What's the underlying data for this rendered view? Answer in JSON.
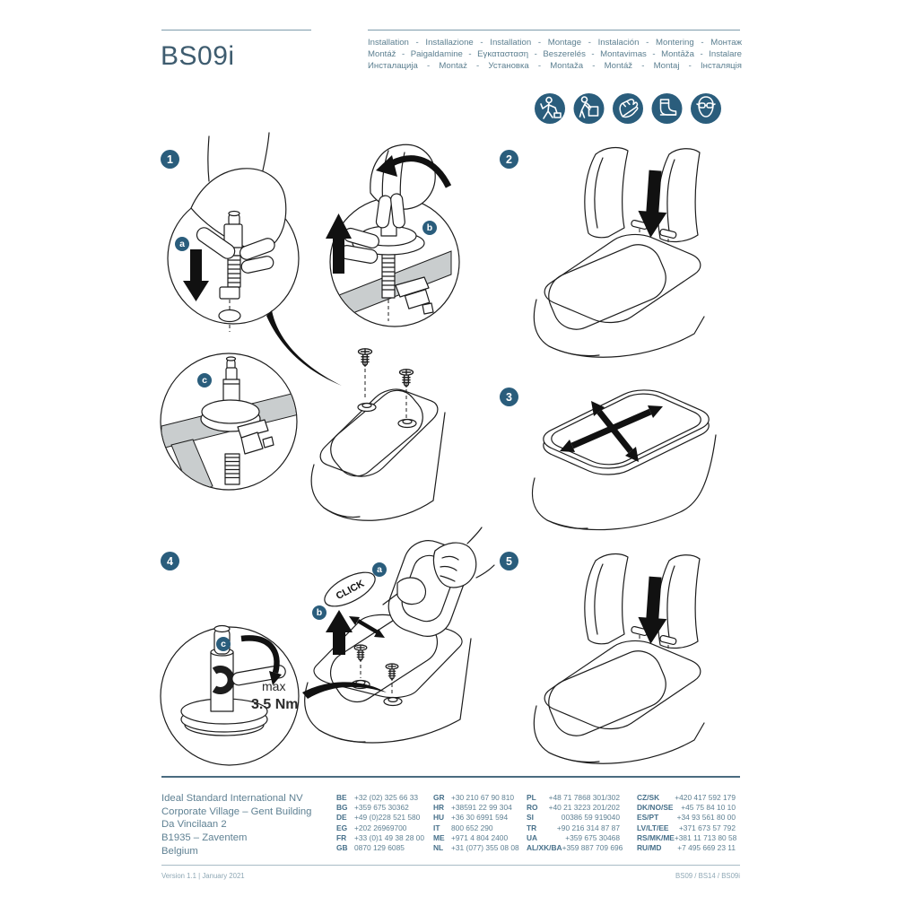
{
  "header": {
    "product_code": "BS09i",
    "languages": [
      "Installation - Installazione - Installation - Montage - Instalación - Montering - Монтаж",
      "Montáž - Paigaldamine - Εγκατασταση - Beszerelés - Montavimas - Montāža - Instalare",
      "Инсталација - Montaż - Установка - Montaža - Montáž - Montaj - Інсталяція"
    ]
  },
  "safety_icons": [
    "installer-icon",
    "carry-box-icon",
    "protective-gloves-icon",
    "safety-boots-icon",
    "safety-glasses-icon"
  ],
  "steps": {
    "numbers": [
      "1",
      "2",
      "3",
      "4",
      "5"
    ],
    "sub_a": "a",
    "sub_b": "b",
    "sub_c": "c",
    "click_label": "CLICK",
    "torque_line1": "max",
    "torque_line2": "3.5 Nm"
  },
  "footer": {
    "address_lines": [
      "Ideal Standard International NV",
      "Corporate Village – Gent Building",
      "Da Vincilaan 2",
      "B1935 – Zaventem",
      "Belgium"
    ],
    "phone_columns": [
      {
        "rows": [
          {
            "code": "BE",
            "number": "+32 (02) 325 66 33"
          },
          {
            "code": "BG",
            "number": "+359 675 30362"
          },
          {
            "code": "DE",
            "number": "+49 (0)228 521 580"
          },
          {
            "code": "EG",
            "number": "+202 26969700"
          },
          {
            "code": "FR",
            "number": "+33 (0)1 49 38 28 00"
          },
          {
            "code": "GB",
            "number": "0870 129 6085"
          }
        ]
      },
      {
        "rows": [
          {
            "code": "GR",
            "number": "+30 210 67 90 810"
          },
          {
            "code": "HR",
            "number": "+38591 22 99 304"
          },
          {
            "code": "HU",
            "number": "+36 30 6991 594"
          },
          {
            "code": "IT",
            "number": "800 652 290"
          },
          {
            "code": "ME",
            "number": "+971 4 804 2400"
          },
          {
            "code": "NL",
            "number": "+31 (077) 355 08 08"
          }
        ]
      },
      {
        "rows": [
          {
            "code": "PL",
            "number": "+48 71 7868 301/302"
          },
          {
            "code": "RO",
            "number": "+40 21 3223 201/202"
          },
          {
            "code": "SI",
            "number": "00386 59 919040"
          },
          {
            "code": "TR",
            "number": "+90 216 314 87 87"
          },
          {
            "code": "UA",
            "number": "+359 675 30468"
          },
          {
            "code": "AL/XK/BA",
            "number": "+359 887 709 696"
          }
        ]
      },
      {
        "rows": [
          {
            "code": "CZ/SK",
            "number": "+420 417 592 179"
          },
          {
            "code": "DK/NO/SE",
            "number": "+45 75 84 10 10"
          },
          {
            "code": "ES/PT",
            "number": "+34 93 561 80 00"
          },
          {
            "code": "LV/LT/EE",
            "number": "+371 673 57 792"
          },
          {
            "code": "RS/MK/ME",
            "number": "+381 11 713 80 58"
          },
          {
            "code": "RU/MD",
            "number": "+7 495 669 23 11"
          }
        ]
      }
    ],
    "version": "Version 1.1  |  January 2021",
    "doc_code": "BS09 / BS14 / BS09i"
  },
  "colors": {
    "accent": "#2a5d7c",
    "teal_text": "#5c7f90",
    "title": "#3e5c6f",
    "rule": "#7e9cab",
    "ink": "#1d1d1d",
    "ceramic_gray": "#c9cdce"
  }
}
